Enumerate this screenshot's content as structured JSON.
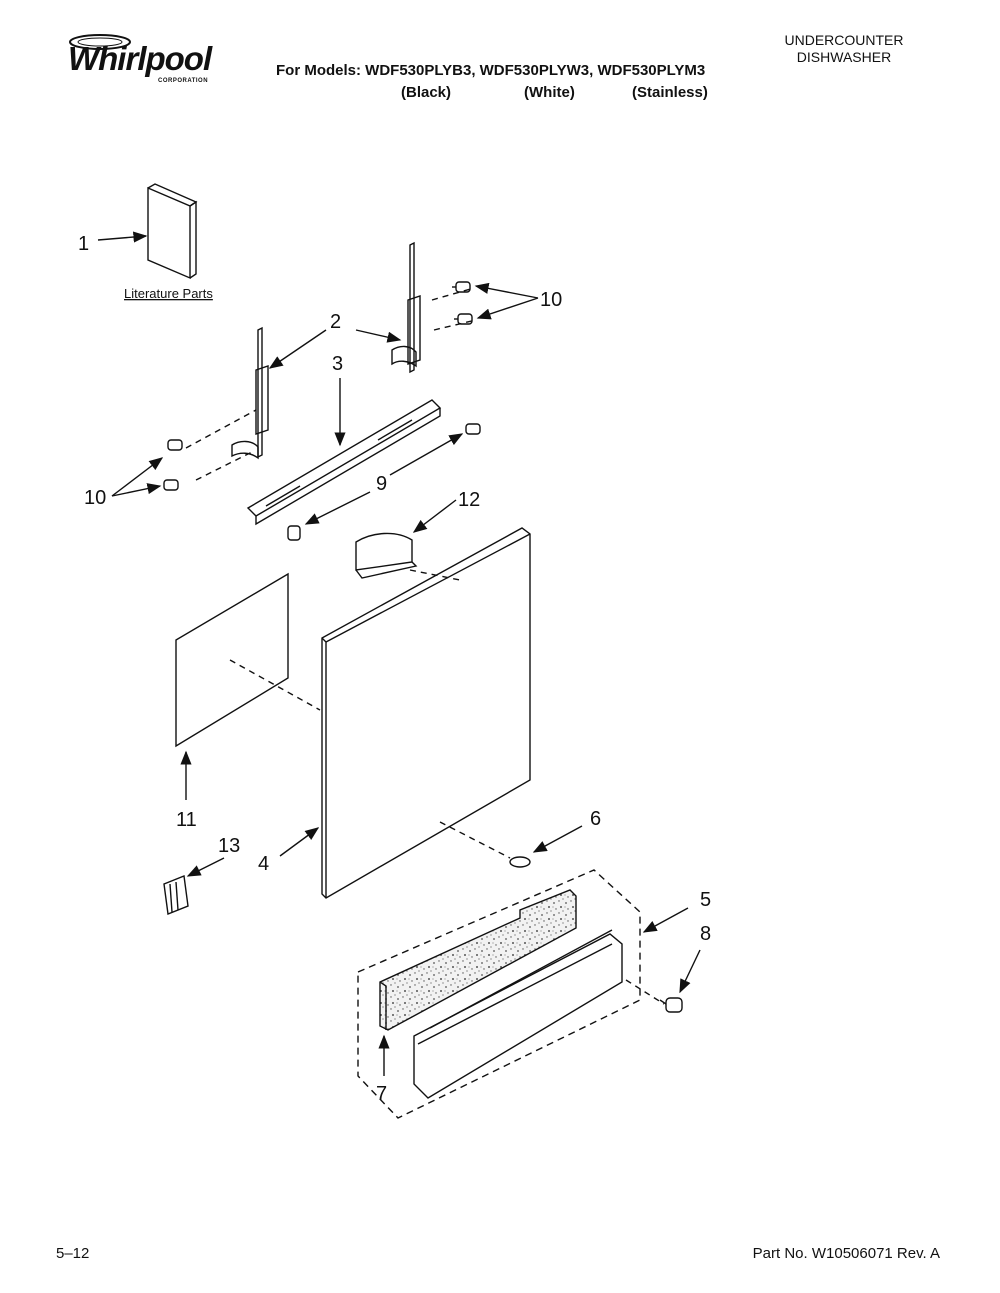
{
  "header": {
    "brand_word": "Whirlpool",
    "brand_sub": "CORPORATION",
    "models_line": "For Models: WDF530PLYB3, WDF530PLYW3, WDF530PLYM3",
    "variants": [
      "(Black)",
      "(White)",
      "(Stainless)"
    ],
    "category_line1": "UNDERCOUNTER",
    "category_line2": "DISHWASHER"
  },
  "diagram": {
    "callouts": [
      "1",
      "2",
      "3",
      "4",
      "5",
      "6",
      "7",
      "8",
      "9",
      "10",
      "10",
      "11",
      "12",
      "13"
    ],
    "literature_label": "Literature Parts"
  },
  "footer": {
    "page": "5–12",
    "part_number": "Part No. W10506071 Rev. A"
  }
}
